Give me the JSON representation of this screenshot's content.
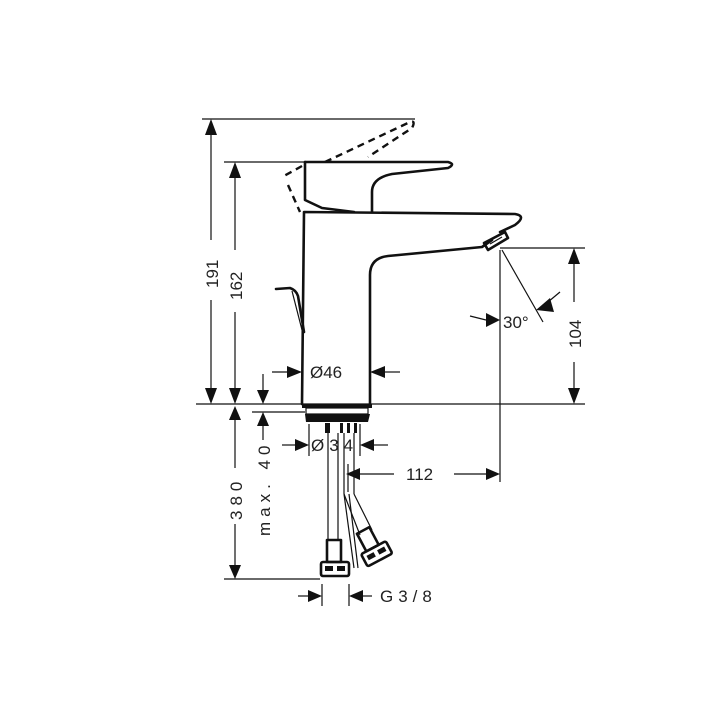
{
  "drawing": {
    "title": "Basin mixer dimension drawing",
    "line_color": "#111111",
    "background": "#ffffff"
  },
  "dimensions": {
    "overall_height_lever_open": "191",
    "height_to_lever_top": "162",
    "spout_height": "104",
    "spray_angle": "30°",
    "body_diameter": "Ø46",
    "mounting_hole_diameter": "Ø34",
    "spout_projection": "112",
    "hose_length": "380",
    "max_countertop_thickness": "max. 40",
    "connection_thread": "G3/8"
  }
}
